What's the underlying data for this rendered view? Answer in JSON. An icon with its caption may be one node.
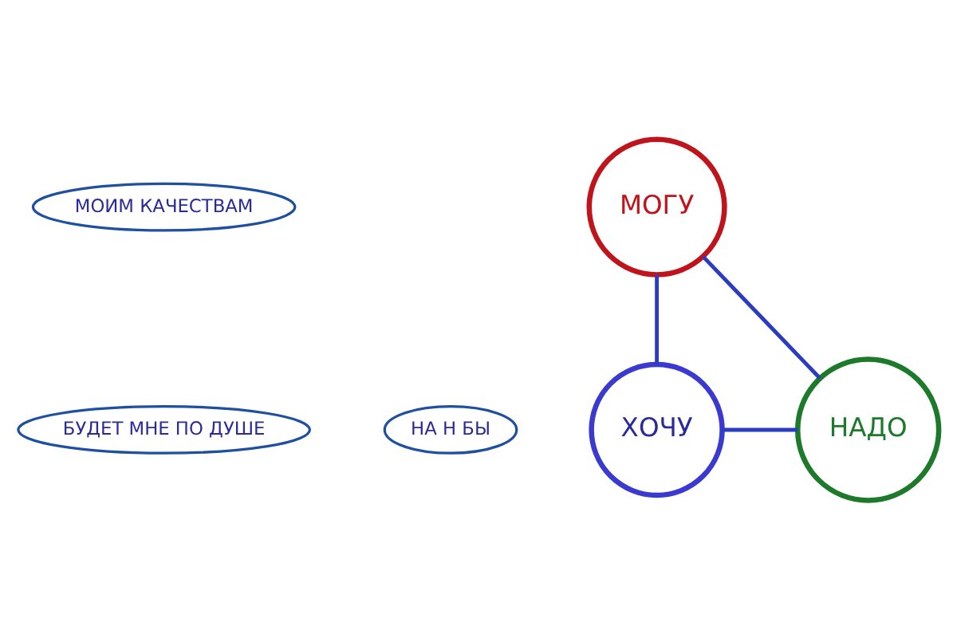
{
  "diagram": {
    "nodes": [
      {
        "text": [
          "МОИМ КАЧЕСТВАМ"
        ]
      },
      {
        "text": [
          "МОГУ"
        ]
      },
      {
        "text": [
          "БУДЕТ МНЕ ПО ДУШЕ"
        ]
      },
      {
        "text": [
          "НА Н БЫ"
        ]
      },
      {
        "text": [
          "ХОЧУ"
        ]
      },
      {
        "text": [
          "НАДО"
        ]
      }
    ],
    "edges": [
      {
        "from": 1,
        "to": 4,
        "arrow": "none"
      },
      {
        "from": 1,
        "to": 5,
        "arrow": "none"
      },
      {
        "from": 4,
        "to": 5,
        "arrow": "none"
      }
    ]
  }
}
